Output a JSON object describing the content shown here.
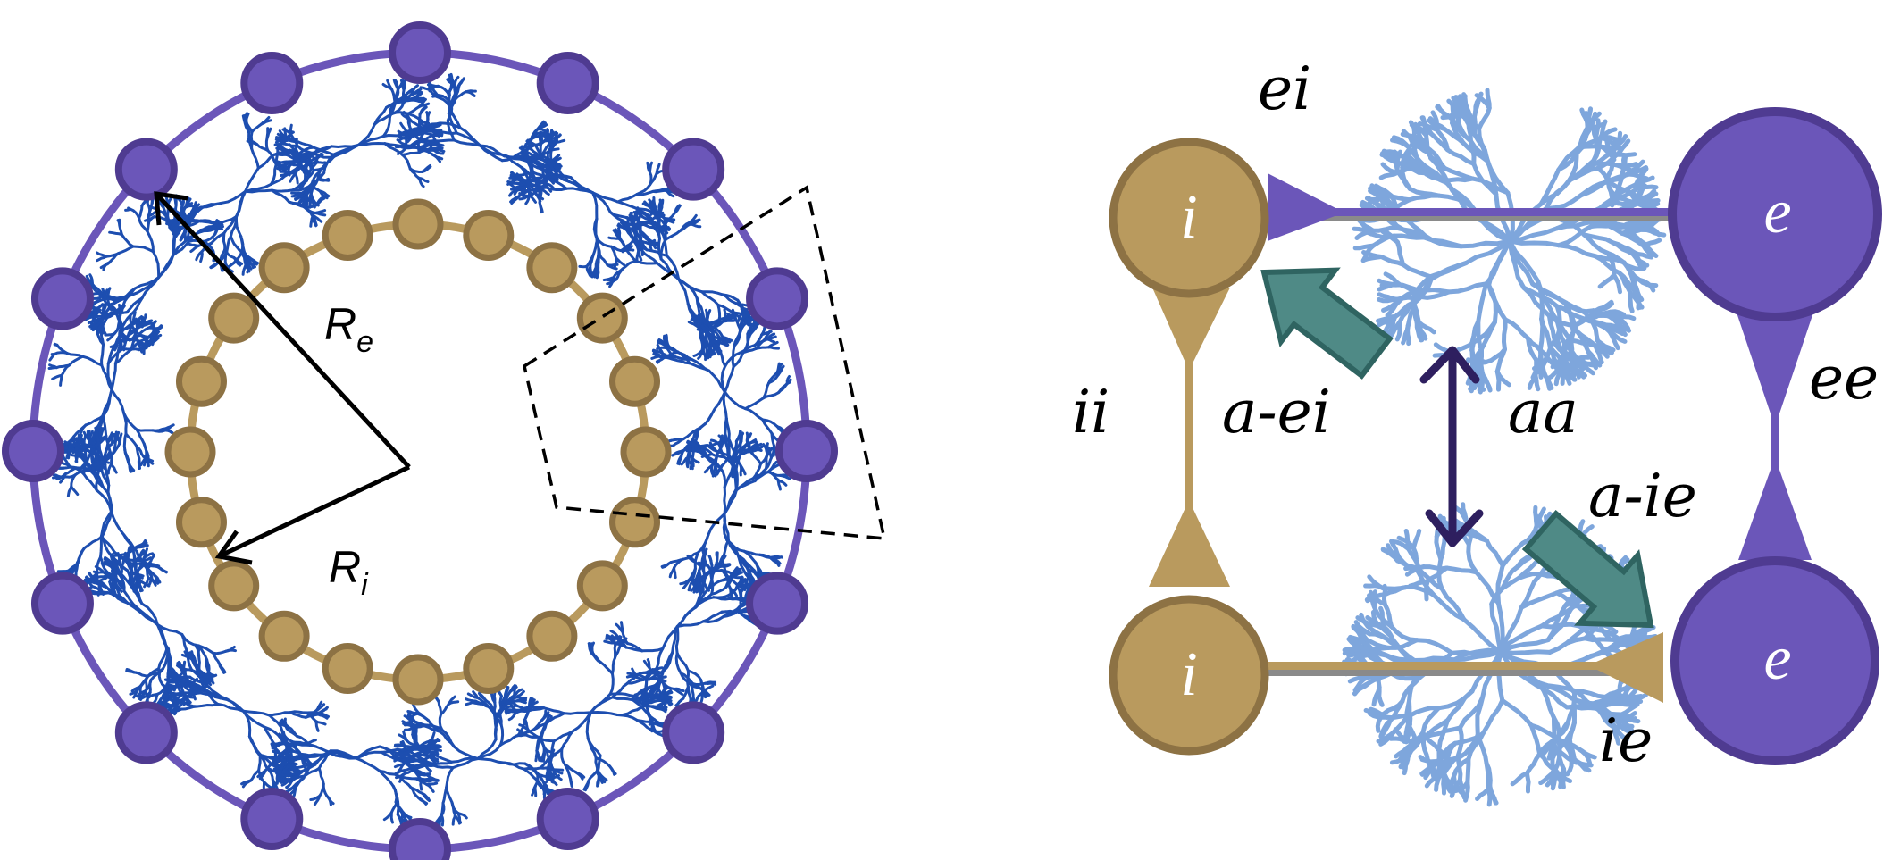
{
  "left_panel": {
    "radius_labels": {
      "excitatory": {
        "main": "R",
        "sub": "e"
      },
      "inhibitory": {
        "main": "R",
        "sub": "i"
      }
    },
    "outer_ring_node_count": 16,
    "inner_ring_node_count": 20
  },
  "right_panel": {
    "nodes": {
      "inhibitory_top": "i",
      "inhibitory_bottom": "i",
      "excitatory_top": "e",
      "excitatory_bottom": "e"
    },
    "connection_labels": {
      "ei": "ei",
      "ii": "ii",
      "a_ei": "a-ei",
      "aa": "aa",
      "ee": "ee",
      "a_ie": "a-ie",
      "ie": "ie"
    }
  },
  "colors": {
    "excitatory_fill": "#6b56b9",
    "excitatory_stroke": "#4f3b91",
    "inhibitory_fill": "#b99a5e",
    "inhibitory_stroke": "#8d7244",
    "dendrite_dark": "#1d4eb0",
    "dendrite_light": "#7ea6dc",
    "astro_arrow_fill": "#4f8a86",
    "astro_arrow_stroke": "#2f6461",
    "aa_arrow": "#2e1f5f"
  }
}
